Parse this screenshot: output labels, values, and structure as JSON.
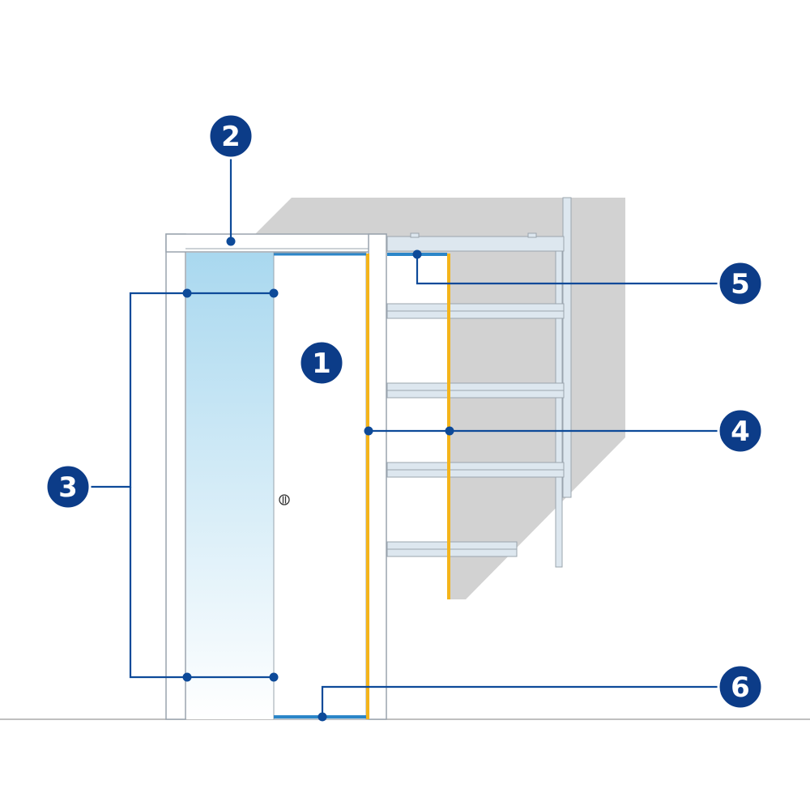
{
  "colors": {
    "navy": "#0c3c88",
    "leader": "#0d4a99",
    "frame_stroke": "#9aa4ae",
    "wall_gray": "#d2d2d2",
    "glass_top": "#a9d8ef",
    "glass_bottom": "#ffffff",
    "yellow_strip": "#f4b41a",
    "track_blue": "#2b86c8",
    "stud_fill": "#dde7ef",
    "floor_line": "#aaaaaa"
  },
  "callouts": [
    {
      "number": "1"
    },
    {
      "number": "2"
    },
    {
      "number": "3"
    },
    {
      "number": "4"
    },
    {
      "number": "5"
    },
    {
      "number": "6"
    }
  ],
  "icons": {
    "door_handle": "round-recessed-handle-icon"
  }
}
